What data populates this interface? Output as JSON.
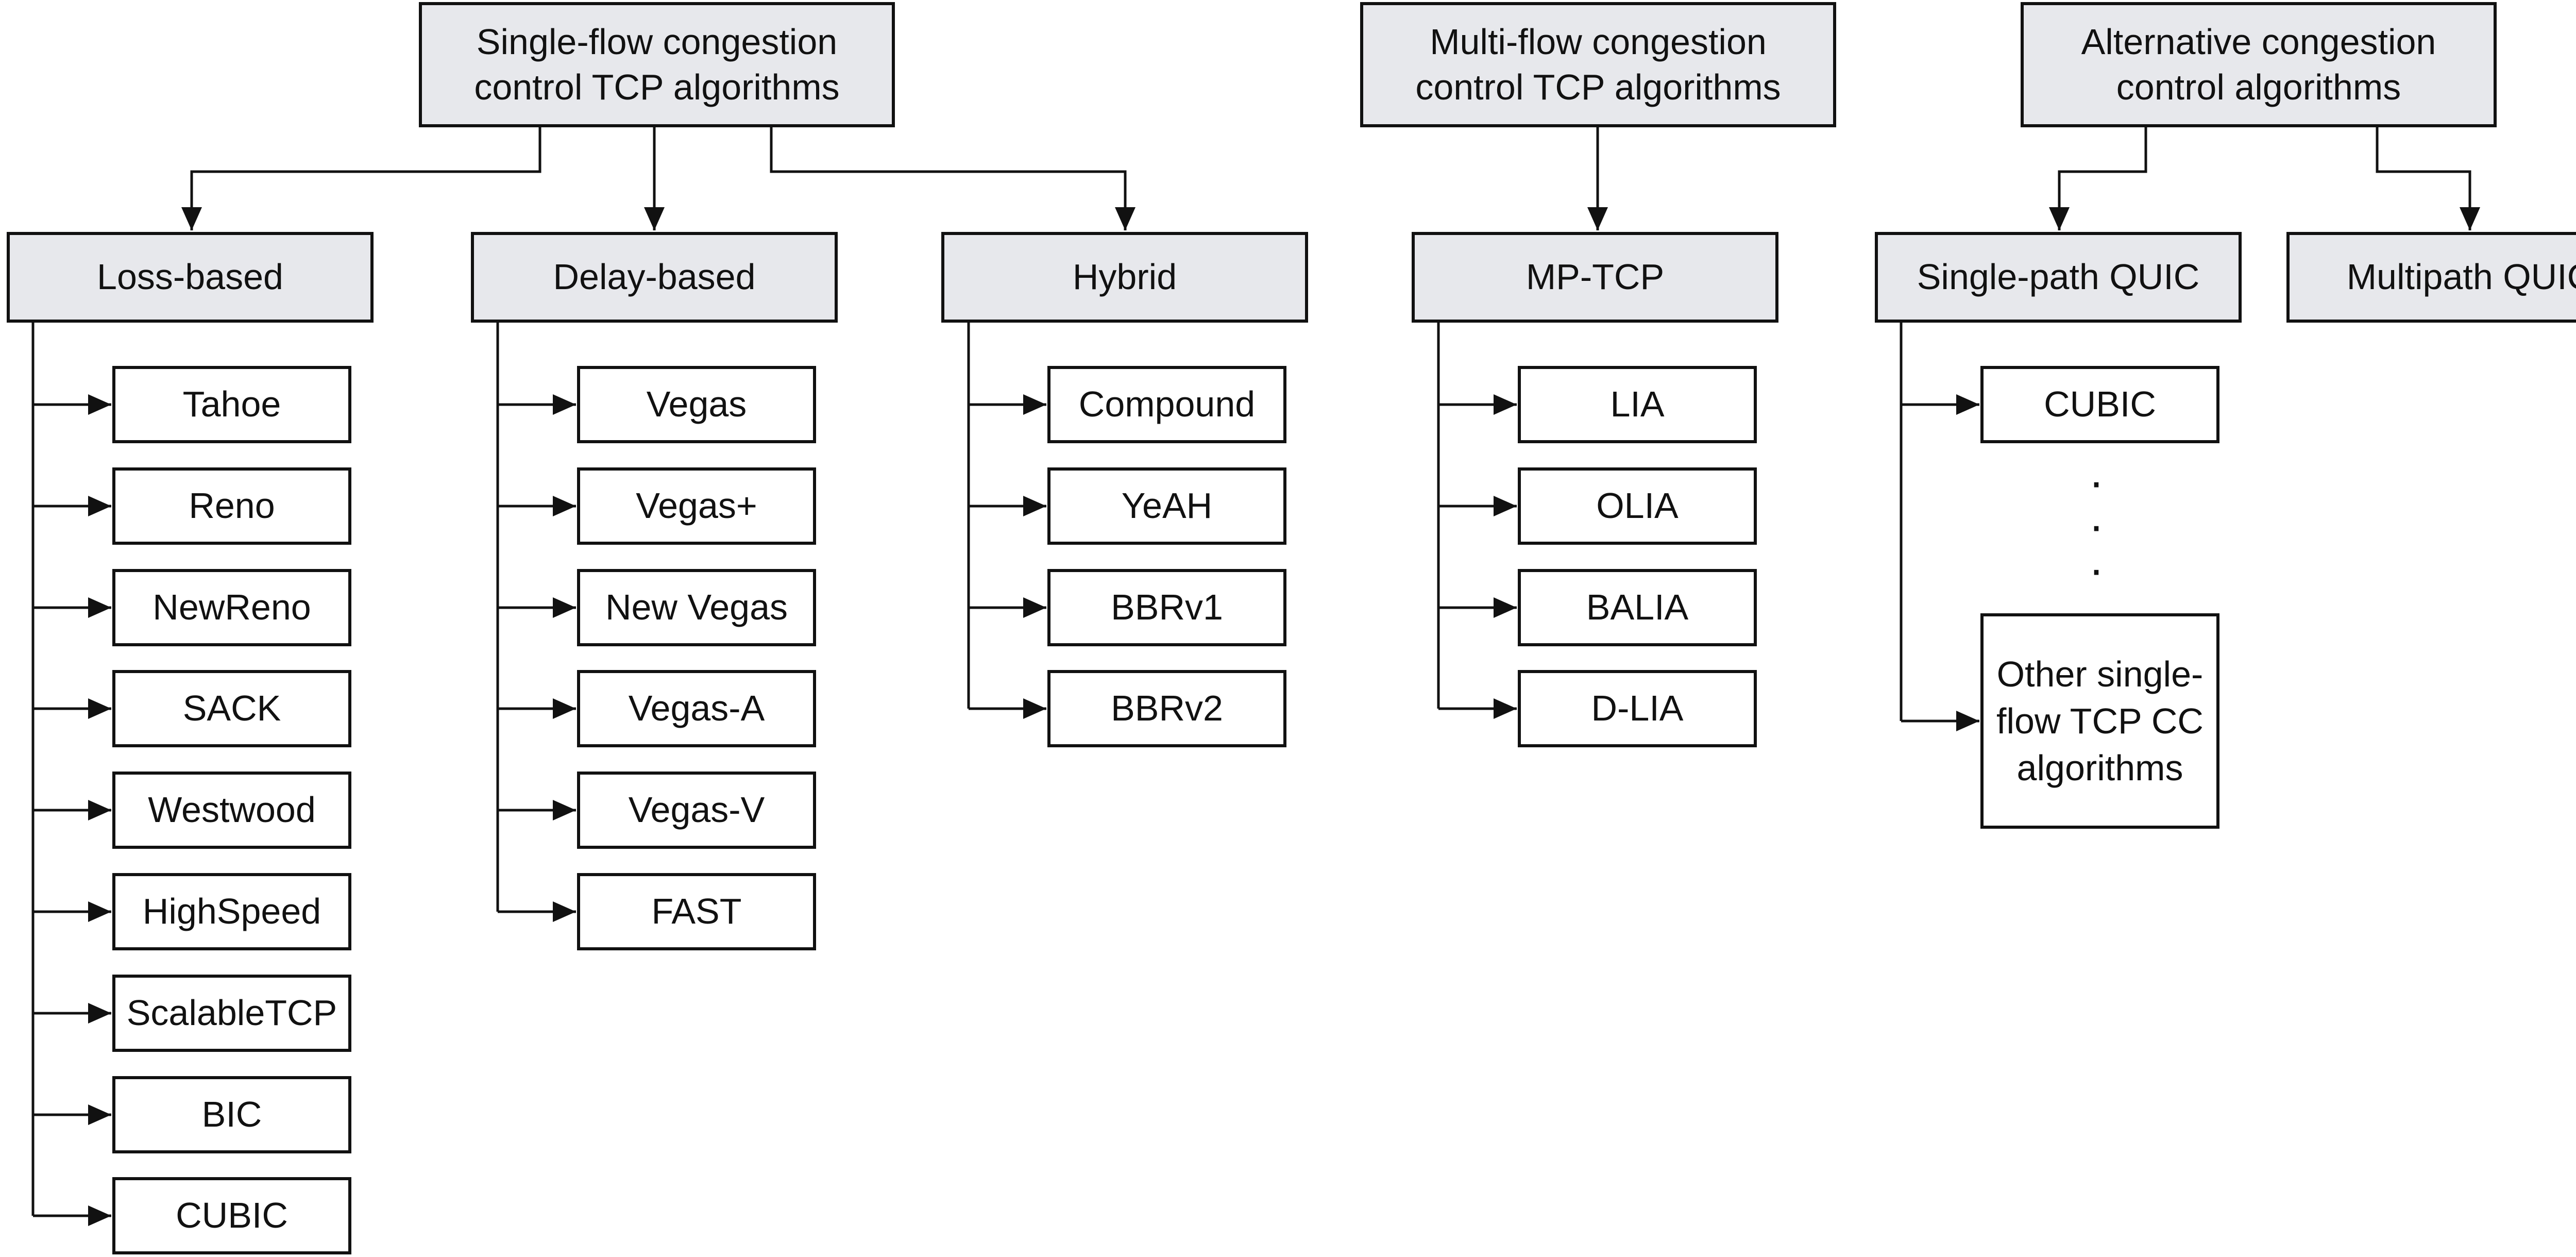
{
  "diagram": {
    "roots": {
      "single_flow": "Single-flow congestion control TCP algorithms",
      "multi_flow": "Multi-flow congestion control TCP algorithms",
      "alternative": "Alternative congestion control algorithms"
    },
    "categories": {
      "loss": "Loss-based",
      "delay": "Delay-based",
      "hybrid": "Hybrid",
      "mptcp": "MP-TCP",
      "sp_quic": "Single-path QUIC",
      "mp_quic": "Multipath QUIC"
    },
    "loss_based": [
      "Tahoe",
      "Reno",
      "NewReno",
      "SACK",
      "Westwood",
      "HighSpeed",
      "ScalableTCP",
      "BIC",
      "CUBIC"
    ],
    "delay_based": [
      "Vegas",
      "Vegas+",
      "New Vegas",
      "Vegas-A",
      "Vegas-V",
      "FAST"
    ],
    "hybrid": [
      "Compound",
      "YeAH",
      "BBRv1",
      "BBRv2"
    ],
    "mptcp": [
      "LIA",
      "OLIA",
      "BALIA",
      "D-LIA"
    ],
    "sp_quic": [
      "CUBIC",
      "Other single-flow TCP CC algorithms"
    ],
    "ellipsis": "·"
  }
}
